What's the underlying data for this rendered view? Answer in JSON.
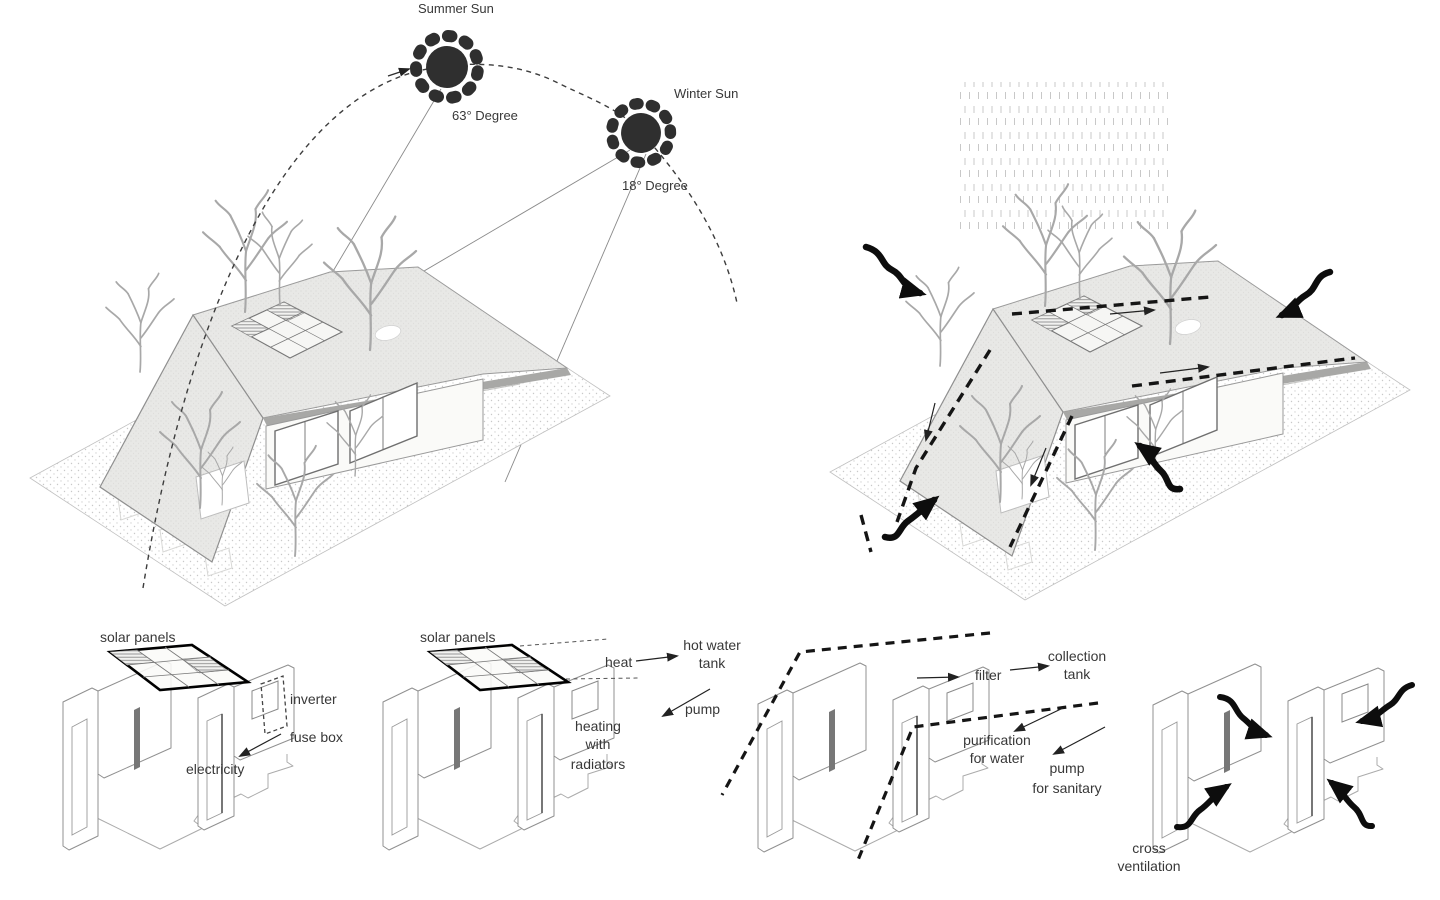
{
  "colors": {
    "ink": "#2e2e2e",
    "sketch_line": "#9a9a9a",
    "bold_line": "#111111",
    "rain": "#c8c8c8"
  },
  "sun_path": {
    "summer_sun": "Summer Sun",
    "summer_angle": "63° Degree",
    "winter_sun": "Winter Sun",
    "winter_angle": "18° Degree"
  },
  "diagrams": {
    "solar_electricity": {
      "title": "solar panels",
      "inverter": "inverter",
      "fuse_box": "fuse box",
      "electricity": "electricity"
    },
    "solar_thermal": {
      "title": "solar panels",
      "heat": "heat",
      "hot_water_tank": [
        "hot water",
        "tank"
      ],
      "pump": "pump",
      "heating": [
        "heating",
        "with",
        "radiators"
      ]
    },
    "rainwater": {
      "filter": "filter",
      "collection_tank": [
        "collection",
        "tank"
      ],
      "purification": [
        "purification",
        "for water"
      ],
      "pump_sanitary": [
        "pump",
        "for sanitary"
      ]
    },
    "cross_ventilation": {
      "title": [
        "cross",
        "ventilation"
      ]
    }
  }
}
